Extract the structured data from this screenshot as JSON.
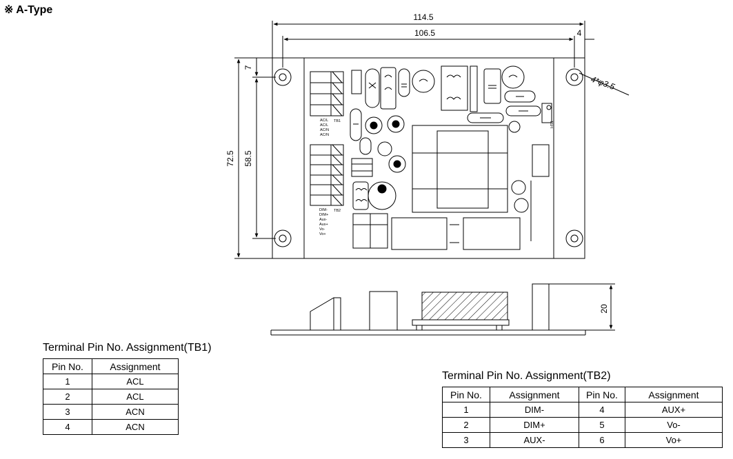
{
  "title": "※ A-Type",
  "dimensions": {
    "overall_width": "114.5",
    "hole_spacing_width": "106.5",
    "hole_edge_offset": "4",
    "hole_spec": "4*φ3.5",
    "top_offset": "7",
    "overall_height": "72.5",
    "hole_spacing_height": "58.5",
    "side_height": "20"
  },
  "board_labels": {
    "tb1": "TB1",
    "tb2": "TB2",
    "hs": "HS1",
    "tb1_pins": [
      "AC/L",
      "AC/L",
      "AC/N",
      "AC/N"
    ],
    "tb2_pins": [
      "DIM-",
      "DIM+",
      "Aux-",
      "Aux+",
      "Vo-",
      "Vo+"
    ]
  },
  "tb1_table": {
    "caption": "Terminal Pin No. Assignment(TB1)",
    "headers": [
      "Pin No.",
      "Assignment"
    ],
    "rows": [
      [
        "1",
        "ACL"
      ],
      [
        "2",
        "ACL"
      ],
      [
        "3",
        "ACN"
      ],
      [
        "4",
        "ACN"
      ]
    ]
  },
  "tb2_table": {
    "caption": "Terminal Pin No. Assignment(TB2)",
    "headers": [
      "Pin No.",
      "Assignment",
      "Pin No.",
      "Assignment"
    ],
    "rows": [
      [
        "1",
        "DIM-",
        "4",
        "AUX+"
      ],
      [
        "2",
        "DIM+",
        "5",
        "Vo-"
      ],
      [
        "3",
        "AUX-",
        "6",
        "Vo+"
      ]
    ]
  }
}
